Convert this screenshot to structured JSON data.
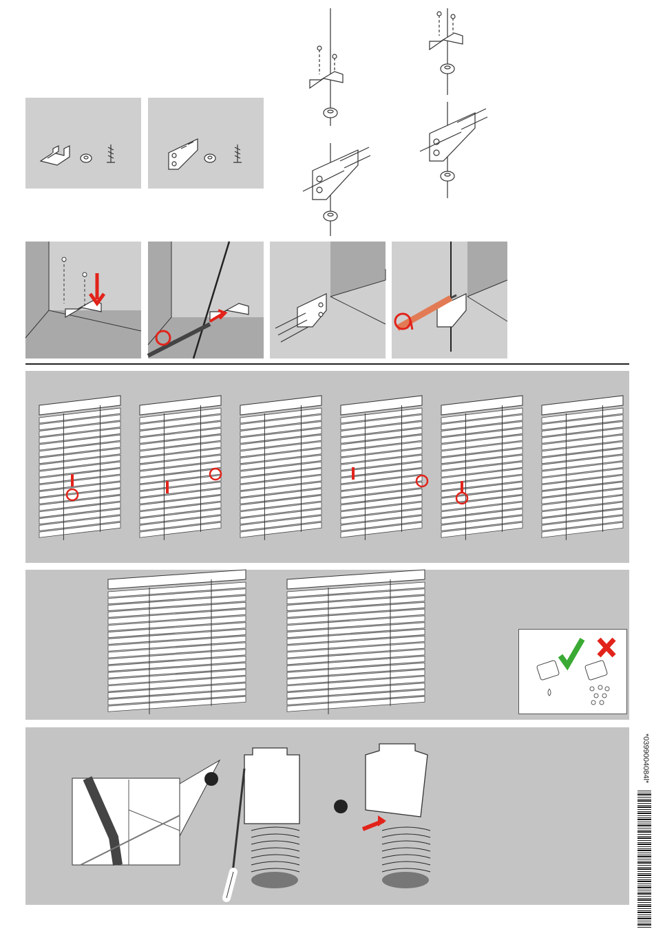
{
  "document": {
    "barcode_text": "*0399004084l*"
  },
  "colors": {
    "panel_gray": "#cfcfcf",
    "band_gray": "#c4c4c4",
    "accent_red": "#e2231a",
    "check_green": "#3aaa35",
    "line_dark": "#222222"
  },
  "sections": {
    "parts_panels": [
      "bracket-kit-a",
      "bracket-kit-b"
    ],
    "install_steps": 4,
    "operation_steps": 6,
    "cleaning_panels": 3,
    "removal_steps": 2
  }
}
